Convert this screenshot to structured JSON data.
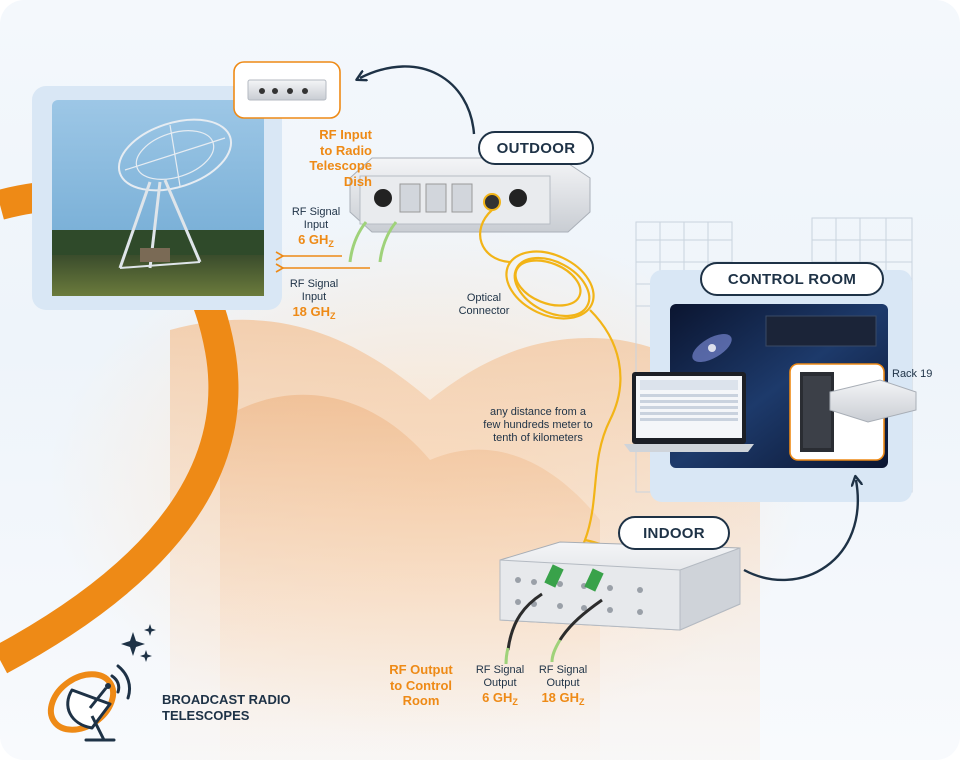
{
  "sections": {
    "outdoor": "OUTDOOR",
    "control_room": "CONTROL ROOM",
    "indoor": "INDOOR"
  },
  "labels": {
    "rf_input_title": [
      "RF Input",
      "to Radio",
      "Telescope",
      "Dish"
    ],
    "rf_signal_input": "RF Signal",
    "input_word": "Input",
    "freq_6": "6 GH",
    "freq_18": "18 GH",
    "freq_sub": "Z",
    "optical_connector": [
      "Optical",
      "Connector"
    ],
    "distance_note": [
      "any distance from a",
      "few hundreds meter to",
      "tenth of kilometers"
    ],
    "rack": "Rack 19",
    "rf_output_title": [
      "RF Output",
      "to Control",
      "Room"
    ],
    "rf_signal_output": "RF Signal",
    "output_word": "Output",
    "out_6": "6 GH",
    "out_18": "18 GH"
  },
  "brand": {
    "title_line1": "BROADCAST RADIO",
    "title_line2": "TELESCOPES"
  },
  "colors": {
    "orange": "#ee8a16",
    "navy": "#1e3246",
    "panel": "#d9e7f5",
    "optical": "#f2b417",
    "cable_green": "#9fd27a"
  }
}
